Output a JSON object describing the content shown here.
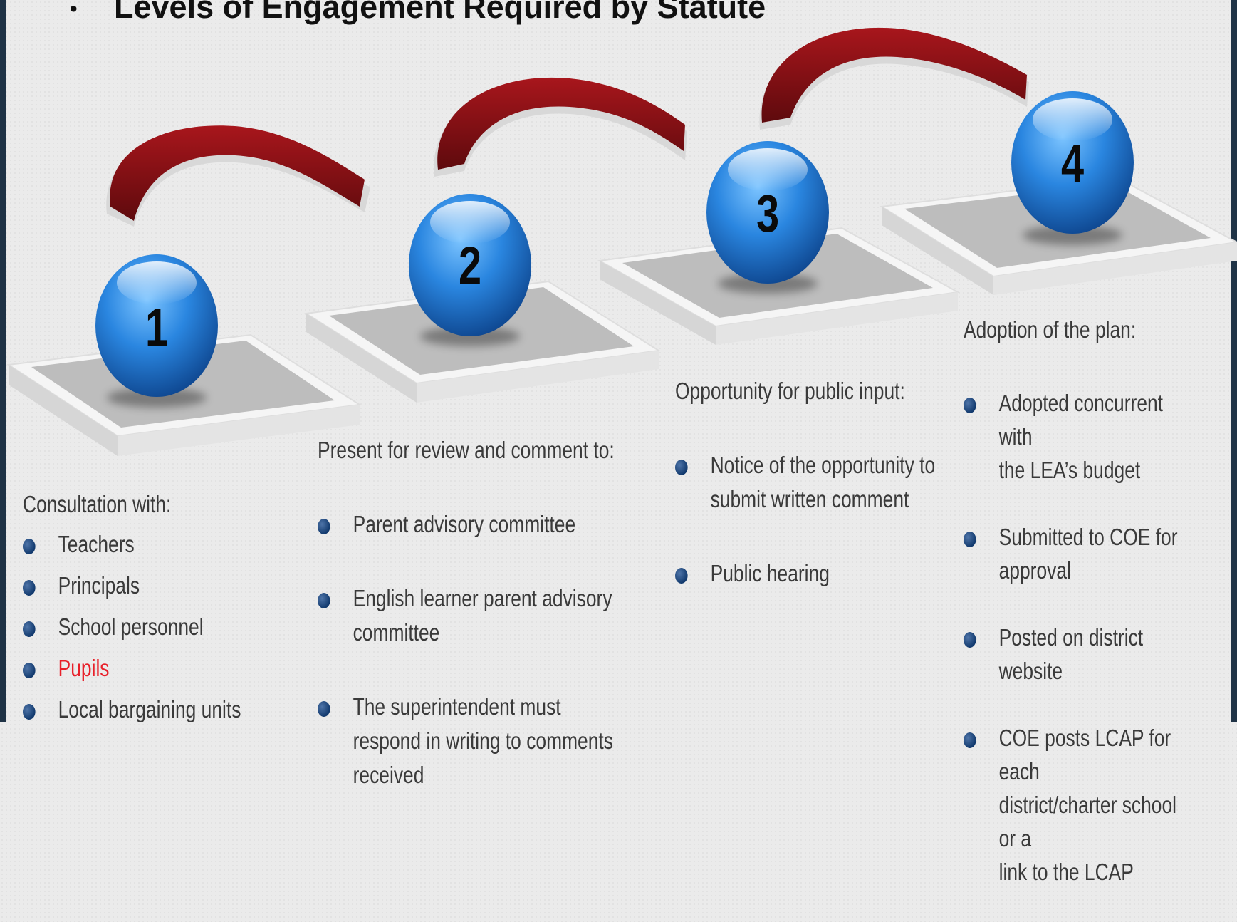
{
  "title": "Levels of Engagement Required by Statute",
  "title_bullet": "•",
  "steps": [
    {
      "number": "1",
      "heading": "Consultation with:",
      "items": [
        "Teachers",
        "Principals",
        "School personnel",
        "Pupils",
        "Local bargaining units"
      ],
      "highlighted_item": "Pupils"
    },
    {
      "number": "2",
      "heading": "Present for review and comment to:",
      "items": [
        "Parent advisory committee",
        "English learner parent advisory\ncommittee",
        "The superintendent must\nrespond in writing to comments\nreceived"
      ]
    },
    {
      "number": "3",
      "heading": "Opportunity for public input:",
      "items": [
        "Notice of the opportunity to\nsubmit written comment",
        "Public hearing"
      ]
    },
    {
      "number": "4",
      "heading": "Adoption of the plan:",
      "items": [
        "Adopted concurrent with\nthe LEA’s budget",
        "Submitted to COE for\napproval",
        "Posted on district website",
        "COE posts LCAP for each\ndistrict/charter school or a\nlink to the LCAP"
      ]
    }
  ],
  "colors": {
    "sphere": "#1f78d1",
    "arrow": "#8b0f14",
    "highlight": "#e8202a",
    "platform": "#bdbdbd",
    "edge": "#1f3346"
  }
}
